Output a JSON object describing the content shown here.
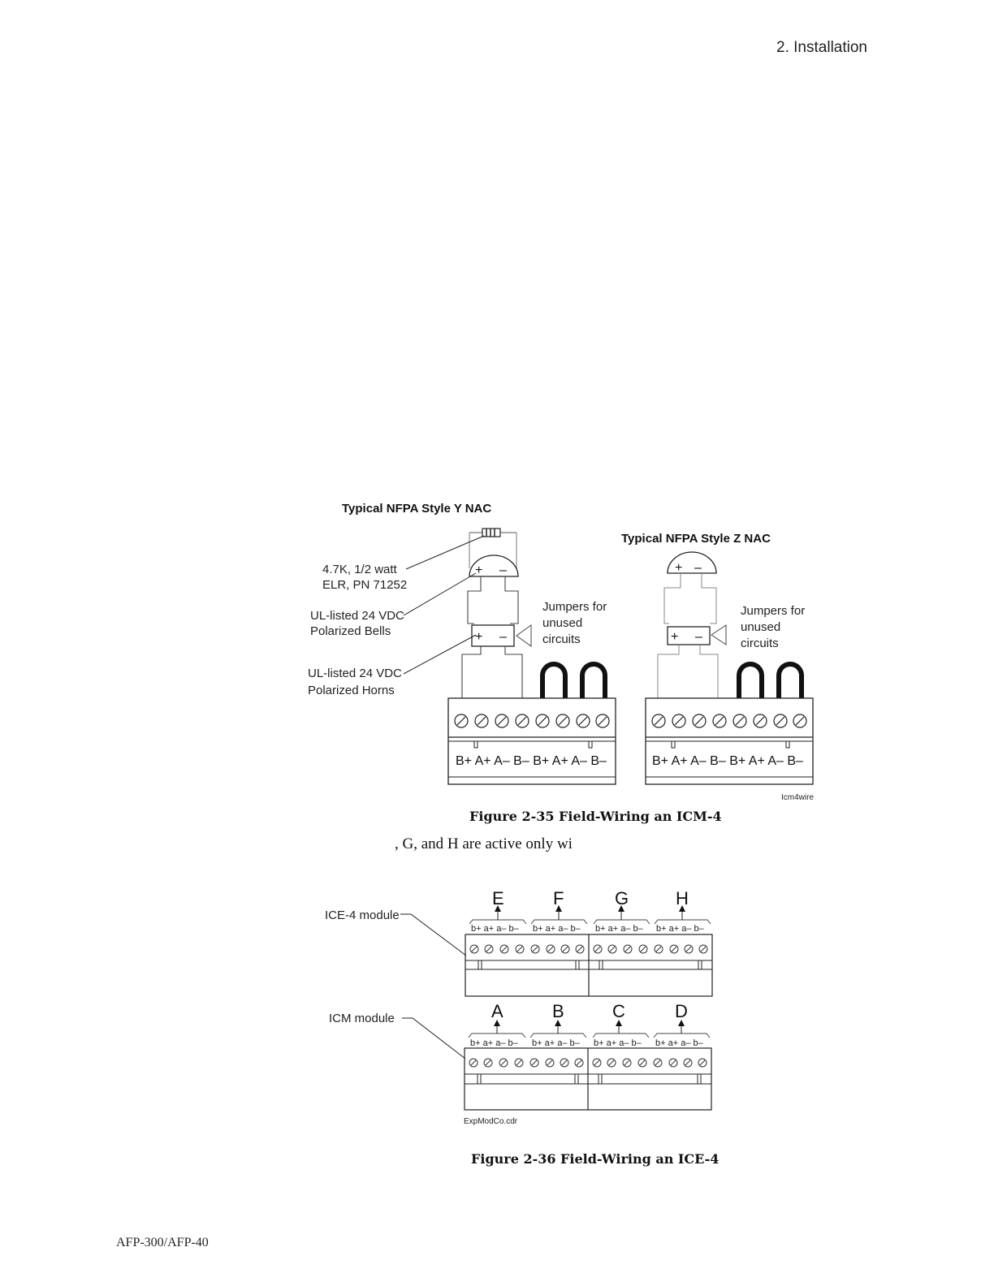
{
  "header": {
    "section": "2. Installation"
  },
  "fragment_text": ", G, and H are active only wi",
  "figure35": {
    "caption": "Figure 2-35  Field-Wiring an ICM-4",
    "title_y": "Typical NFPA Style Y NAC",
    "title_z": "Typical NFPA Style Z NAC",
    "elr_line1": "4.7K, 1/2 watt",
    "elr_line2": "ELR,  PN 71252",
    "bells_line1": "UL-listed 24 VDC",
    "bells_line2": "Polarized Bells",
    "horns_line1": "UL-listed 24 VDC",
    "horns_line2": "Polarized Horns",
    "jumpers_line1": "Jumpers for",
    "jumpers_line2": "unused",
    "jumpers_line3": "circuits",
    "terminal_labels": "B+ A+ A– B– B+ A+ A– B–",
    "plus": "+",
    "minus": "–",
    "file_tag": "Icm4wire"
  },
  "figure36": {
    "caption": "Figure 2-36  Field-Wiring an ICE-4",
    "ice_label": "ICE-4 module",
    "icm_label": "ICM module",
    "ice_circuits": [
      "E",
      "F",
      "G",
      "H"
    ],
    "icm_circuits": [
      "A",
      "B",
      "C",
      "D"
    ],
    "terminal_group": "b+ a+ a– b–",
    "file_tag": "ExpModCo.cdr"
  }
}
